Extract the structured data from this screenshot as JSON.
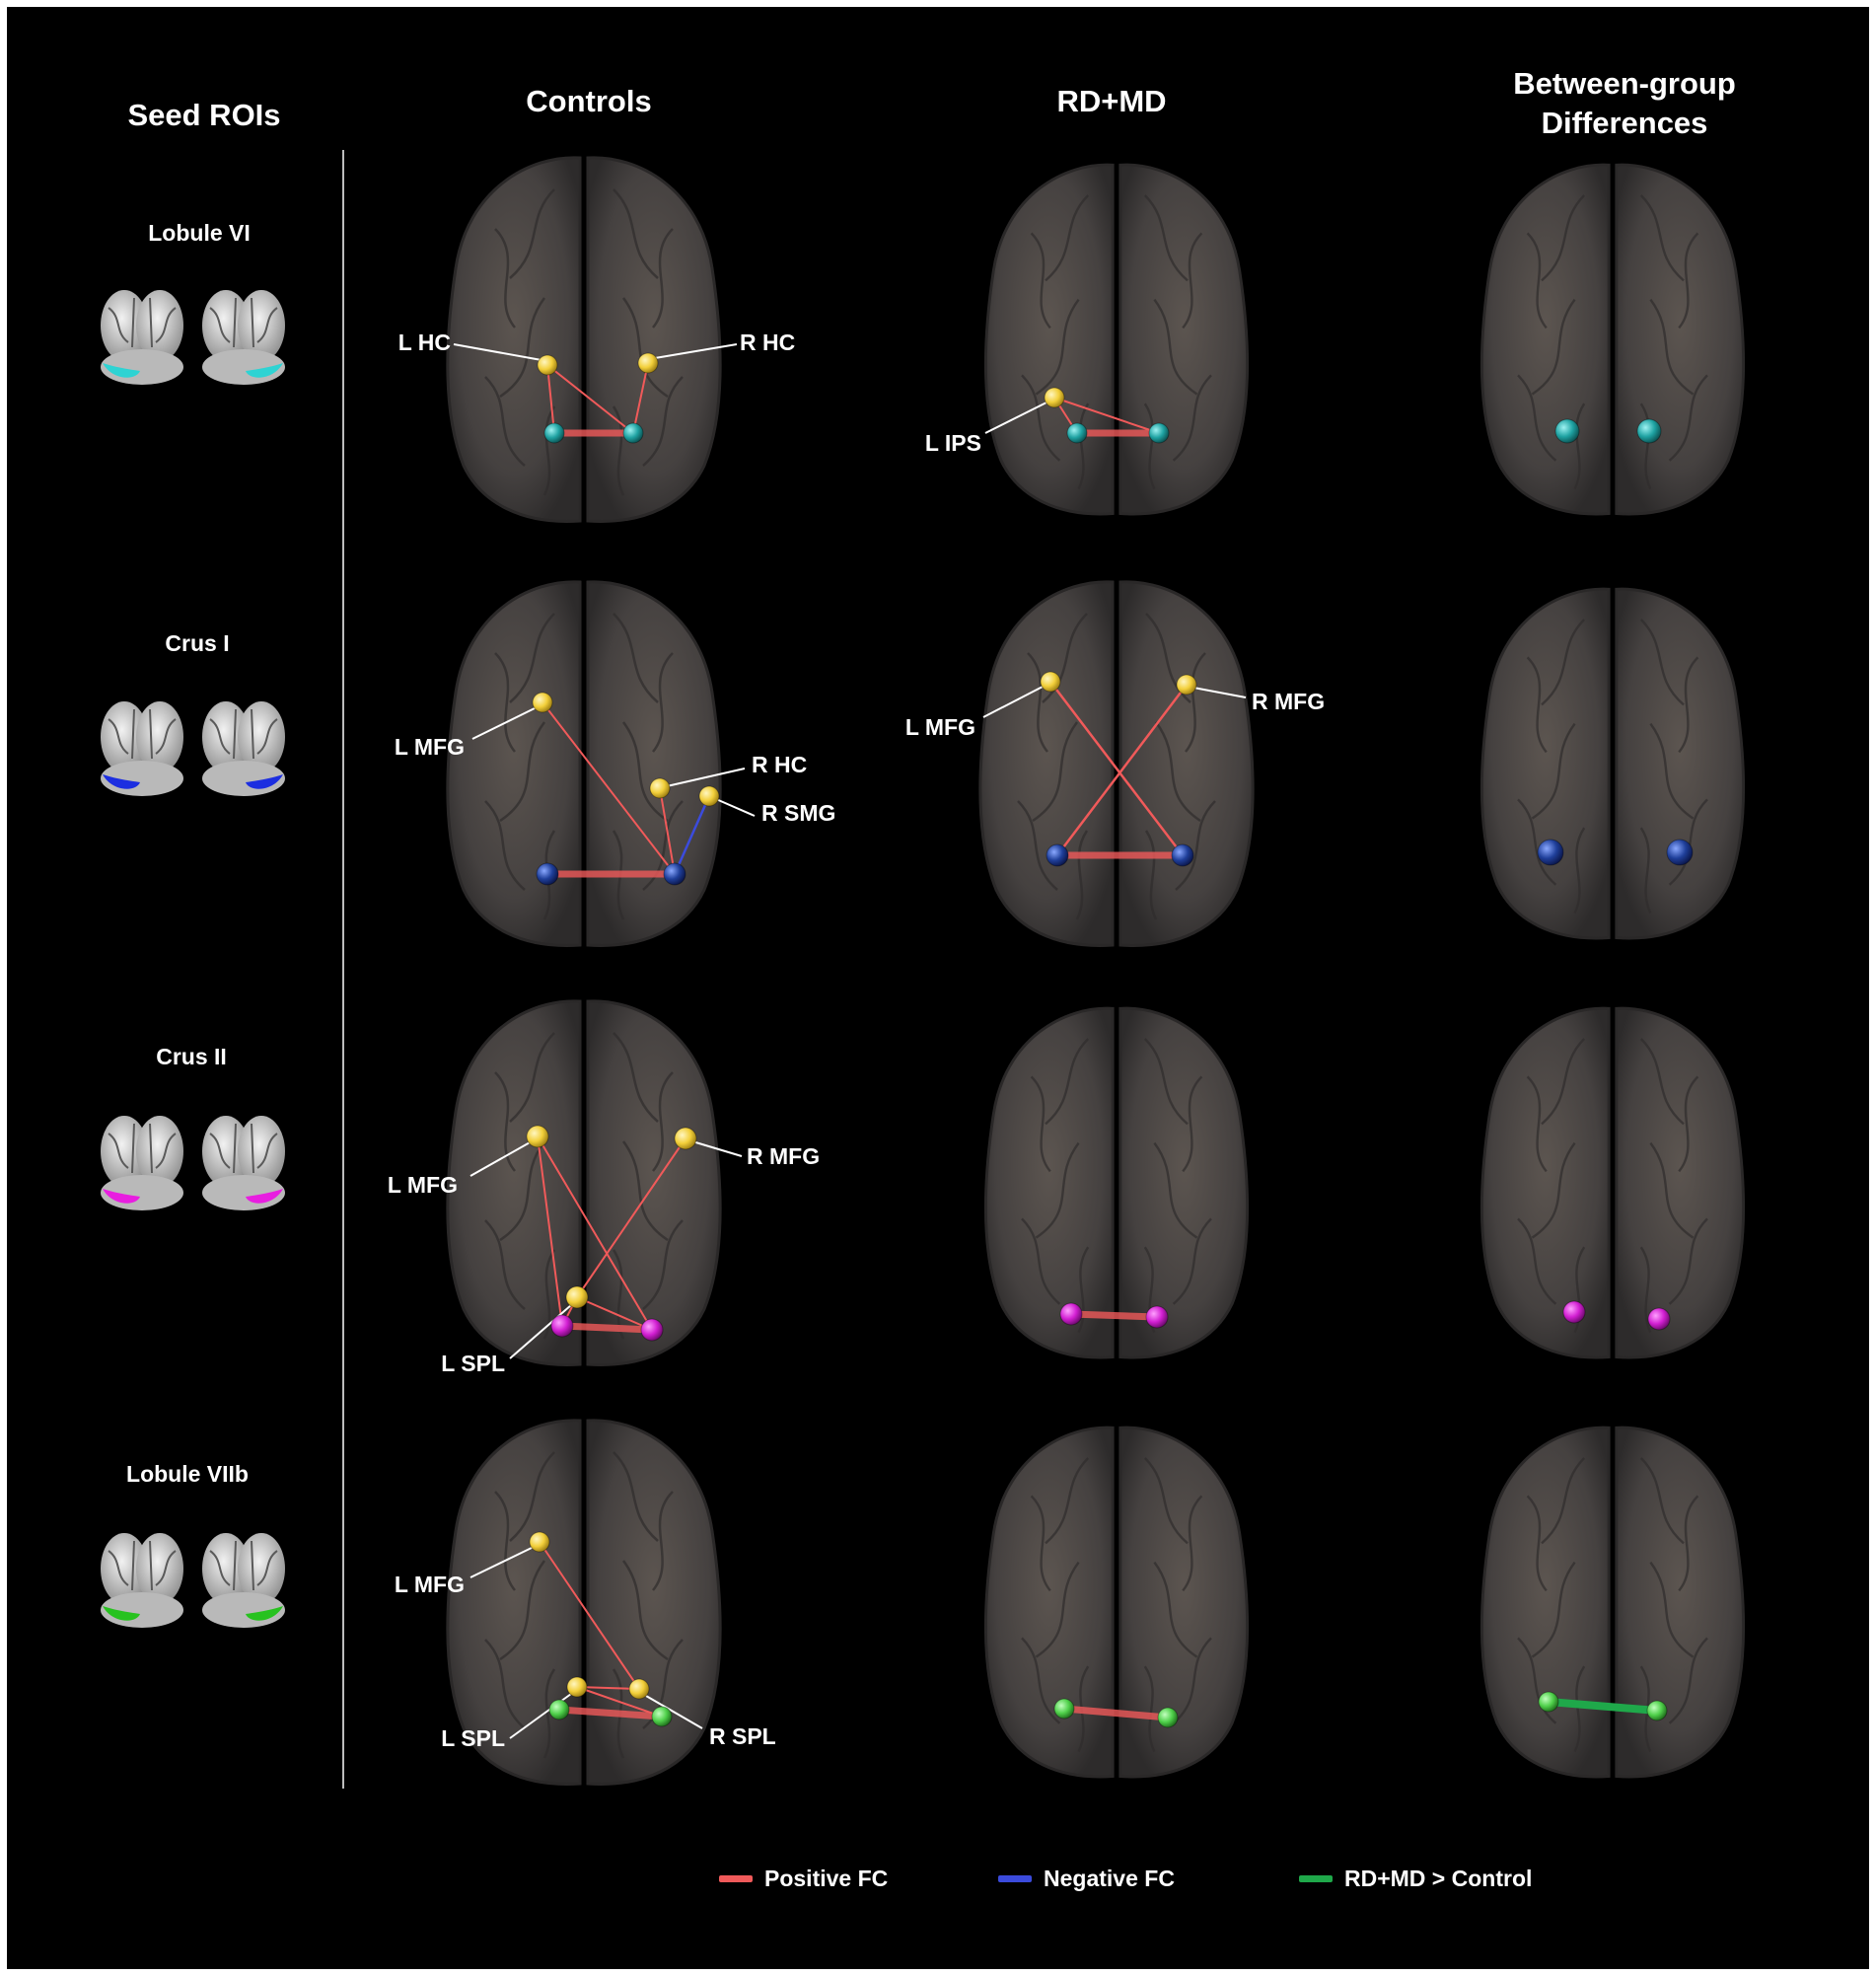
{
  "headers": {
    "seed_rois": "Seed ROIs",
    "controls": "Controls",
    "rdmd": "RD+MD",
    "between_line1": "Between-group",
    "between_line2": "Differences"
  },
  "rows": [
    {
      "seed": "Lobule VI",
      "seed_color": "#2ed3d3",
      "node_color": "#1fa3a3"
    },
    {
      "seed": "Crus I",
      "seed_color": "#1c2ee0",
      "node_color": "#1f3f9a"
    },
    {
      "seed": "Crus II",
      "seed_color": "#e81ee0",
      "node_color": "#d21fd2"
    },
    {
      "seed": "Lobule VIIb",
      "seed_color": "#27c21f",
      "node_color": "#4fd04a"
    }
  ],
  "region_labels": {
    "l_hc": "L HC",
    "r_hc": "R HC",
    "l_ips": "L IPS",
    "l_mfg": "L MFG",
    "r_mfg": "R MFG",
    "r_smg": "R SMG",
    "l_spl": "L SPL",
    "r_spl": "R SPL"
  },
  "legend": {
    "positive": "Positive FC",
    "negative": "Negative FC",
    "group_diff": "RD+MD > Control"
  },
  "colors": {
    "positive_fc": "#f05a5a",
    "negative_fc": "#3b4bdc",
    "group_diff": "#1fa84a",
    "target_node": "#f2cf3a"
  }
}
